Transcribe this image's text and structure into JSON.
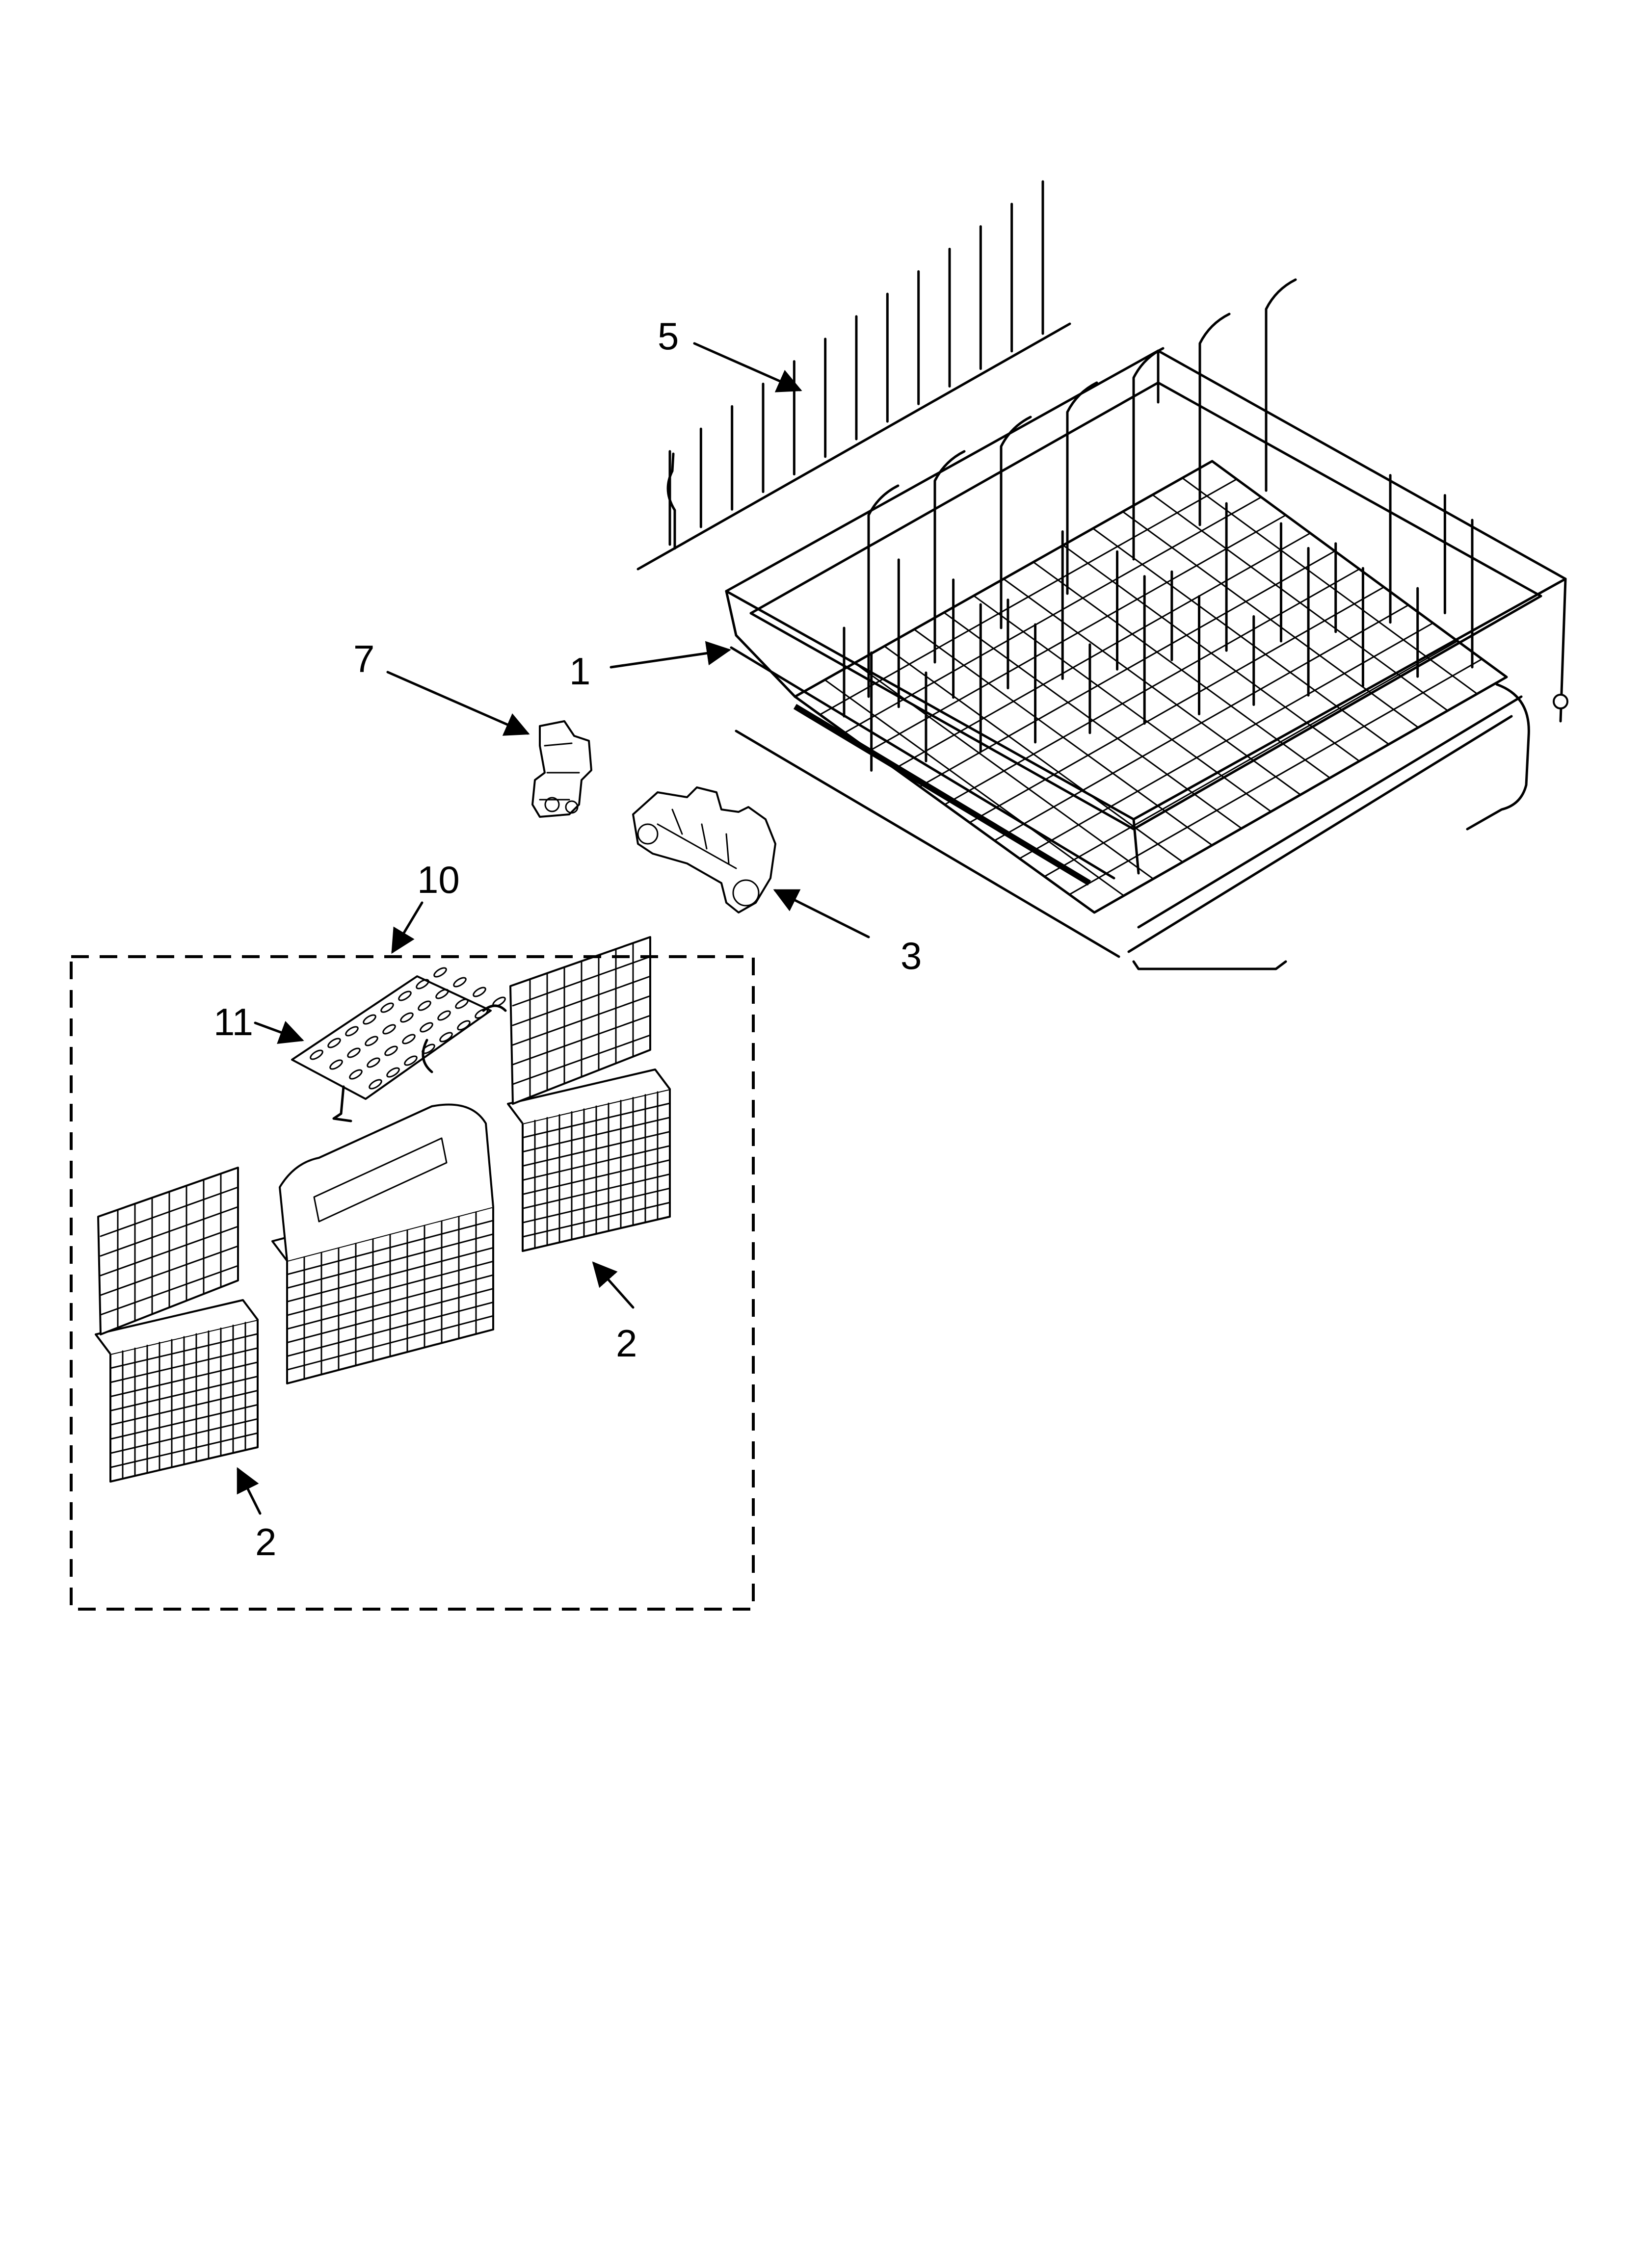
{
  "callouts": {
    "c5": "5",
    "c1": "1",
    "c7": "7",
    "c3": "3",
    "c10": "10",
    "c11": "11",
    "c2_right": "2",
    "c2_left": "2"
  },
  "icons": [
    "lower-rack-icon",
    "tine-row-icon",
    "rack-bumper-icon",
    "wheel-assembly-icon",
    "basket-cover-icon",
    "silverware-basket-icon"
  ]
}
